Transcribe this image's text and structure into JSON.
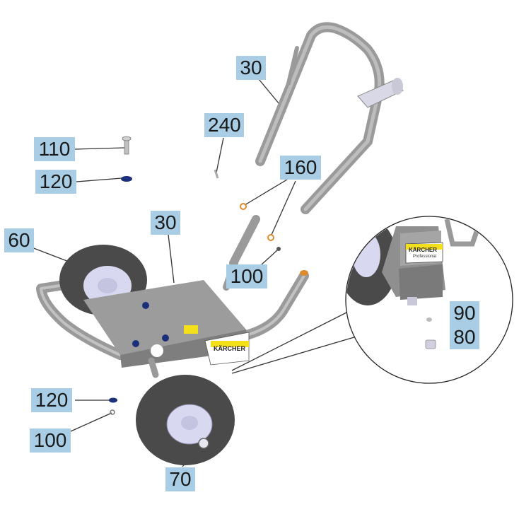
{
  "callouts": [
    {
      "id": "c30a",
      "label": "30"
    },
    {
      "id": "c240",
      "label": "240"
    },
    {
      "id": "c110",
      "label": "110"
    },
    {
      "id": "c120a",
      "label": "120"
    },
    {
      "id": "c160",
      "label": "160"
    },
    {
      "id": "c60",
      "label": "60"
    },
    {
      "id": "c30b",
      "label": "30"
    },
    {
      "id": "c100a",
      "label": "100"
    },
    {
      "id": "c90",
      "label": "90"
    },
    {
      "id": "c80",
      "label": "80"
    },
    {
      "id": "c120b",
      "label": "120"
    },
    {
      "id": "c100b",
      "label": "100"
    },
    {
      "id": "c70",
      "label": "70"
    }
  ],
  "brand": {
    "logo_text": "KÄRCHER",
    "sub_text": "Professional"
  },
  "colors": {
    "callout_bg": "#a9cde4",
    "frame": "#9a9a9a",
    "tire": "#4a4a4a",
    "hub": "#d8d8f0",
    "washer": "#1c2f7a",
    "accent_orange": "#e08a2e",
    "brand_yellow": "#f3e01a"
  }
}
